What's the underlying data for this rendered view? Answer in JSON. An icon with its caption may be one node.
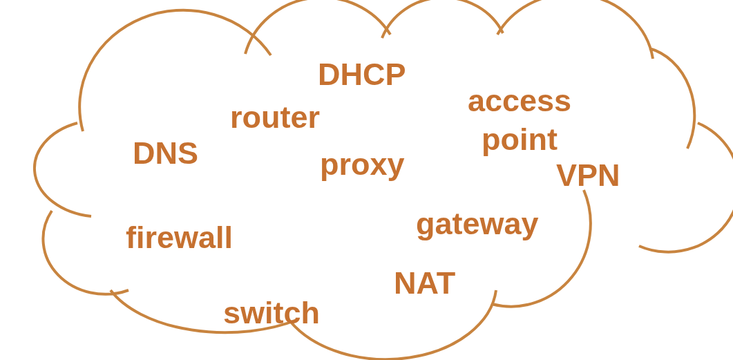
{
  "diagram": {
    "nodes": [
      {
        "text": [
          "DHCP",
          "access point",
          "router",
          "DNS",
          "proxy",
          "VPN",
          "gateway",
          "firewall",
          "NAT",
          "switch"
        ]
      }
    ]
  }
}
